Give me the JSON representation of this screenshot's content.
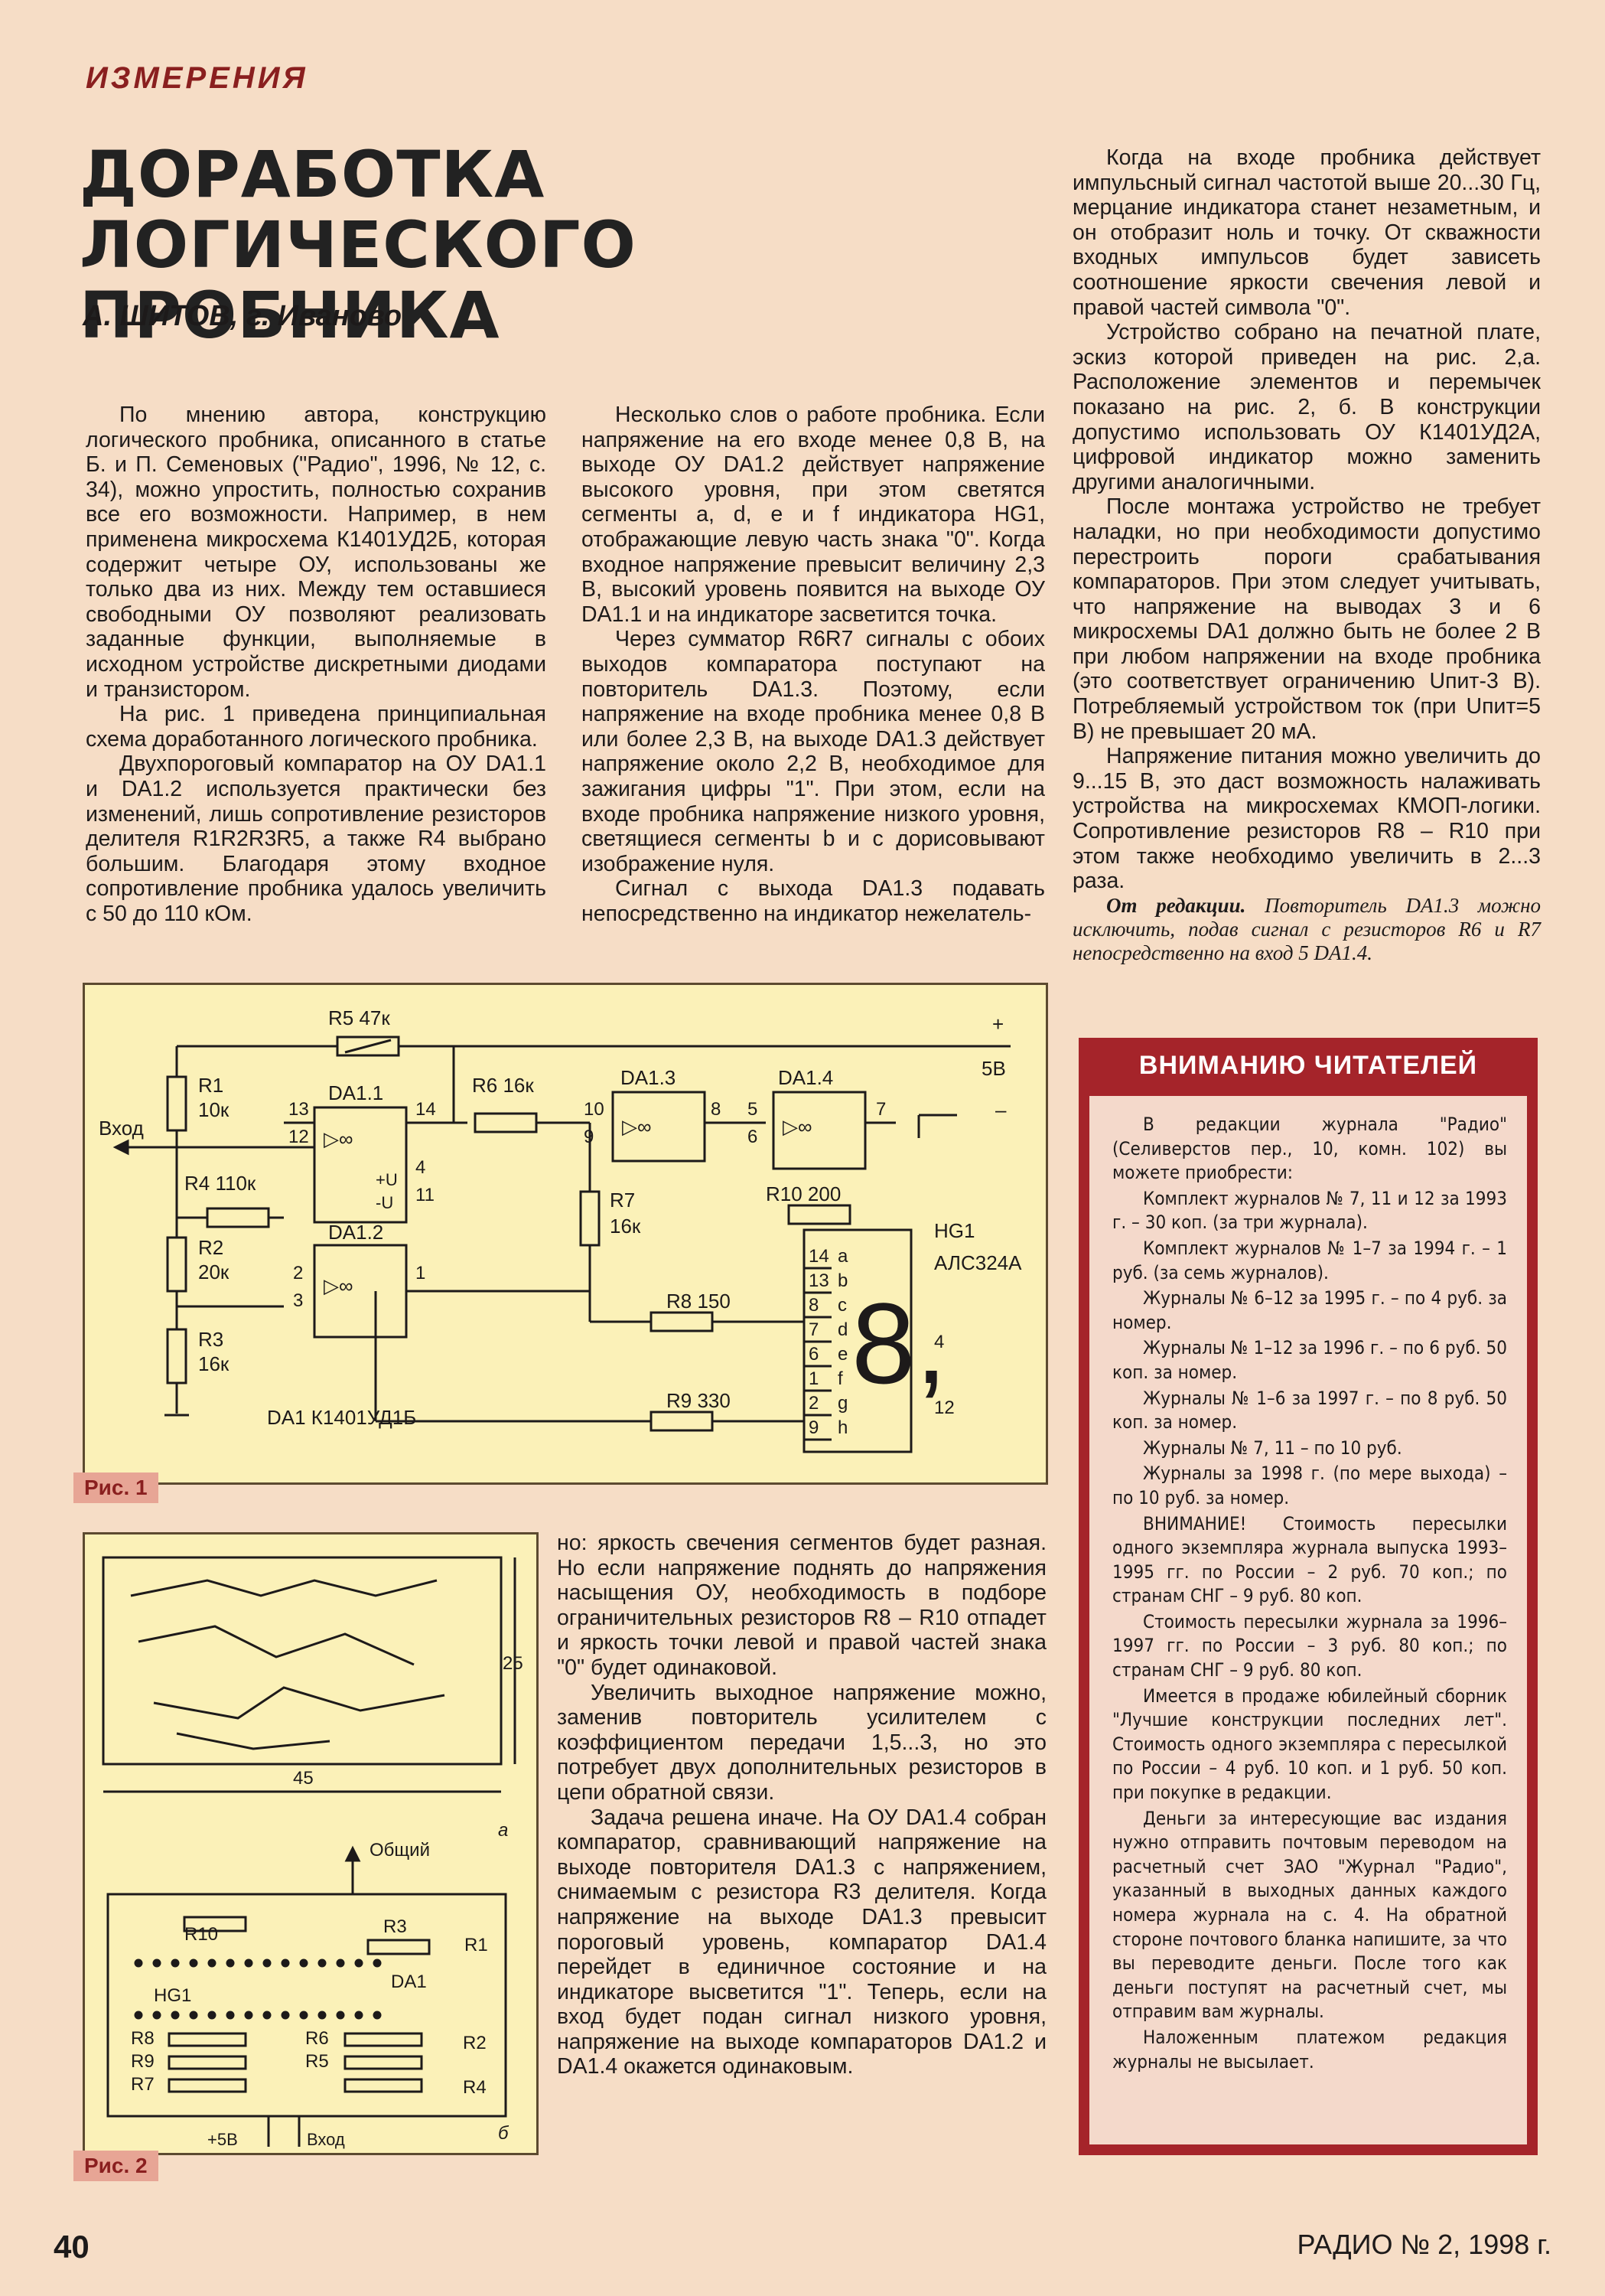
{
  "header": {
    "section": "ИЗМЕРЕНИЯ"
  },
  "article": {
    "title_line1": "ДОРАБОТКА ЛОГИЧЕСКОГО",
    "title_line2": "ПРОБНИКА",
    "author": "А. ШИТОВ, г. Иваново"
  },
  "column1": {
    "p1": "По мнению автора, конструкцию логического пробника, описанного в статье Б. и П. Семеновых (\"Радио\", 1996, № 12, с. 34), можно упростить, полностью сохранив все его возможности. Например, в нем применена микросхема К1401УД2Б, которая содержит четыре ОУ, использованы же только два из них. Между тем оставшиеся свободными ОУ позволяют реализовать заданные функции, выполняемые в исходном устройстве дискретными диодами и транзистором.",
    "p2": "На рис. 1 приведена принципиальная схема доработанного логического пробника.",
    "p3": "Двухпороговый компаратор на ОУ DA1.1 и DA1.2 используется практически без изменений, лишь сопротивление резисторов делителя R1R2R3R5, а также R4 выбрано большим. Благодаря этому входное сопротивление пробника удалось увеличить с 50 до 110 кОм."
  },
  "column2": {
    "p1": "Несколько слов о работе пробника. Если напряжение на его входе менее 0,8 В, на выходе ОУ DA1.2 действует напряжение высокого уровня, при этом светятся сегменты a, d, e и f индикатора HG1, отображающие левую часть знака \"0\". Когда входное напряжение превысит величину 2,3 В, высокий уровень появится на выходе ОУ DA1.1 и на индикаторе засветится точка.",
    "p2": "Через сумматор R6R7 сигналы с обоих выходов компаратора поступают на повторитель DA1.3. Поэтому, если напряжение на входе пробника менее 0,8 В или более 2,3 В, на выходе DA1.3 действует напряжение около 2,2 В, необходимое для зажигания цифры \"1\". При этом, если на входе пробника напряжение низкого уровня, светящиеся сегменты b и c дорисовывают изображение нуля.",
    "p3": "Сигнал с выхода DA1.3 подавать непосредственно на индикатор нежелатель-"
  },
  "column3": {
    "p1": "Когда на входе пробника действует импульсный сигнал частотой выше 20...30 Гц, мерцание индикатора станет незаметным, и он отобразит ноль и точку. От скважности входных импульсов будет зависеть соотношение яркости свечения левой и правой частей символа \"0\".",
    "p2": "Устройство собрано на печатной плате, эскиз которой приведен на рис. 2,а. Расположение элементов и перемычек показано на рис. 2, б. В конструкции допустимо использовать ОУ К1401УД2А, цифровой индикатор можно заменить другими аналогичными.",
    "p3": "После монтажа устройство не требует наладки, но при необходимости допустимо перестроить пороги срабатывания компараторов. При этом следует учитывать, что напряжение на выводах 3 и 6 микросхемы DA1 должно быть не более 2 В при любом напряжении на входе пробника (это соответствует ограничению Uпит-3 В). Потребляемый устройством ток (при Uпит=5 В) не превышает 20 мА.",
    "p4": "Напряжение питания можно увеличить до 9...15 В, это даст возможность налаживать устройства на микросхемах КМОП-логики. Сопротивление резисторов R8 – R10 при этом также необходимо увеличить в 2...3 раза.",
    "editor_label": "От редакции.",
    "editor_note": "Повторитель DA1.3 можно исключить, подав сигнал с резисторов R6 и R7 непосредственно на вход 5 DA1.4."
  },
  "column4": {
    "p1": "но: яркость свечения сегментов будет разная. Но если напряжение поднять до напряжения насыщения ОУ, необходимость в подборе ограничительных резисторов R8 – R10 отпадет и яркость точки левой и правой частей знака \"0\" будет одинаковой.",
    "p2": "Увеличить выходное напряжение можно, заменив повторитель усилителем с коэффициентом передачи 1,5...3, но это потребует двух дополнительных резисторов в цепи обратной связи.",
    "p3": "Задача решена иначе. На ОУ DA1.4 собран компаратор, сравнивающий напряжение на выходе повторителя DA1.3 с напряжением, снимаемым с резистора R3 делителя. Когда напряжение на выходе DA1.3 превысит пороговый уровень, компаратор DA1.4 перейдет в единичное состояние и на индикаторе высветится \"1\". Теперь, если на вход будет подан сигнал низкого уровня, напряжение на выходе компараторов DA1.2 и DA1.4 окажется одинаковым."
  },
  "figure1": {
    "label": "Рис. 1",
    "R5": "R5 47к",
    "R1": "R1",
    "R1v": "10к",
    "input": "Вход",
    "R4": "R4 110к",
    "R2": "R2",
    "R2v": "20к",
    "R3": "R3",
    "R3v": "16к",
    "da11": "DA1.1",
    "da12": "DA1.2",
    "da13": "DA1.3",
    "da14": "DA1.4",
    "R6": "R6 16к",
    "R7": "R7",
    "R7v": "16к",
    "R8": "R8 150",
    "R9": "R9 330",
    "R10": "R10 200",
    "hg1": "HG1",
    "hg1type": "АЛС324А",
    "plus": "+",
    "v5": "5В",
    "minus": "–",
    "chip": "DA1 К1401УД1Б",
    "digit": "8,",
    "pin13": "13",
    "pin12": "12",
    "pin14": "14",
    "pin4": "4",
    "pin11": "11",
    "pin2": "2",
    "pin3": "3",
    "pin1": "1",
    "pin10": "10",
    "pin9": "9",
    "pin8": "8",
    "pin5": "5",
    "pin6": "6",
    "pin7": "7",
    "vplus": "+U",
    "vminus": "-U",
    "tri": "▷∞",
    "seg_pins": [
      "14",
      "13",
      "8",
      "7",
      "6",
      "1",
      "2",
      "9"
    ],
    "seg_names": [
      "a",
      "b",
      "c",
      "d",
      "e",
      "f",
      "g",
      "h"
    ],
    "hg_pin4": "4",
    "hg_pin12": "12"
  },
  "figure2": {
    "label": "Рис. 2",
    "dim_h": "25",
    "dim_w": "45",
    "sub_a": "а",
    "sub_b": "б",
    "common": "Общий",
    "R10": "R10",
    "R3": "R3",
    "R1": "R1",
    "HG1": "HG1",
    "DA1": "DA1",
    "R8": "R8",
    "R9": "R9",
    "R7": "R7",
    "R6": "R6",
    "R5": "R5",
    "R2": "R2",
    "R4": "R4",
    "plus5": "+5В",
    "input": "Вход"
  },
  "notice": {
    "title": "ВНИМАНИЮ ЧИТАТЕЛЕЙ",
    "items": [
      "В редакции журнала \"Радио\" (Селиверстов пер., 10, комн. 102) вы можете приобрести:",
      "Комплект журналов № 7, 11 и 12 за 1993 г. – 30 коп. (за три журнала).",
      "Комплект журналов № 1–7 за 1994 г. – 1 руб. (за семь журналов).",
      "Журналы № 6–12 за 1995 г. – по 4 руб. за номер.",
      "Журналы № 1–12 за 1996 г. – по 6 руб. 50 коп. за номер.",
      "Журналы № 1–6 за 1997 г. – по 8 руб. 50 коп. за номер.",
      "Журналы № 7, 11 – по 10 руб.",
      "Журналы за 1998 г. (по мере выхода) – по 10 руб. за номер.",
      "ВНИМАНИЕ! Стоимость пересылки одного экземпляра журнала выпуска 1993–1995 гг. по России – 2 руб. 70 коп.; по странам СНГ – 9 руб. 80 коп.",
      "Стоимость пересылки журнала за 1996–1997 гг. по России – 3 руб. 80 коп.; по странам СНГ – 9 руб. 80 коп.",
      "Имеется в продаже юбилейный сборник \"Лучшие конструкции последних лет\". Стоимость одного экземпляра с пересылкой по России – 4 руб. 10 коп. и 1 руб. 50 коп. при покупке в редакции.",
      "Деньги за интересующие вас издания нужно отправить почтовым переводом на расчетный счет ЗАО \"Журнал \"Радио\", указанный в выходных данных каждого номера журнала на с. 4. На обратной стороне почтового бланка напишите, за что вы переводите деньги. После того как деньги поступят на расчетный счет, мы отправим вам журналы.",
      "Наложенным платежом редакция журналы не высылает."
    ]
  },
  "footer": {
    "page": "40",
    "issue": "РАДИО № 2, 1998 г."
  }
}
